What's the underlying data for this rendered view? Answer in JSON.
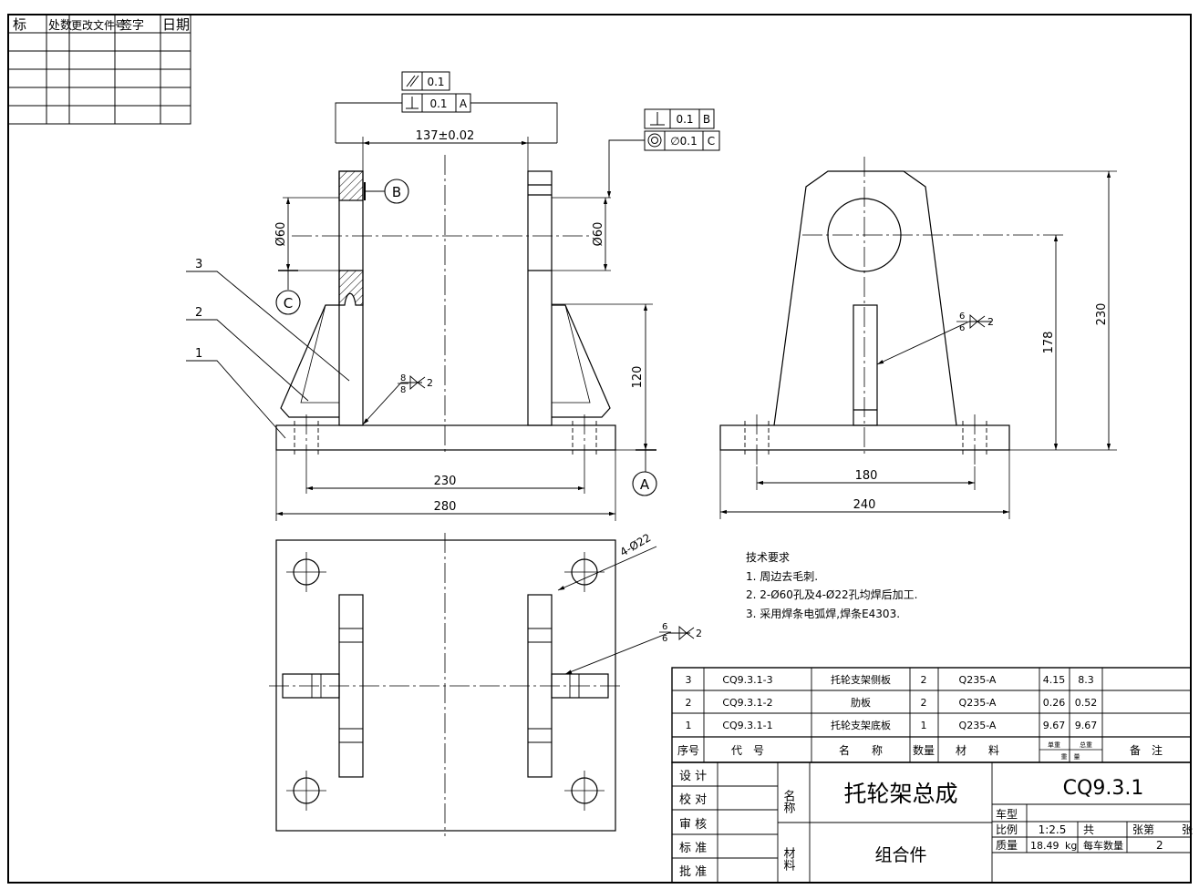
{
  "revision_table": {
    "headers": [
      "标",
      "处数",
      "更改文件号",
      "签字",
      "日期"
    ],
    "rows": 5
  },
  "tolerances": {
    "top_parallelism": "0.1",
    "top_perpendicularity": "0.1",
    "top_datum": "A",
    "right_perpendicularity": "0.1",
    "right_perp_datum": "B",
    "right_concentricity": "∅0.1",
    "right_conc_datum": "C"
  },
  "dimensions": {
    "span": "137±0.02",
    "bore_left": "Ø60",
    "bore_right": "Ø60",
    "height_120": "120",
    "width_230": "230",
    "width_280": "280",
    "side_178": "178",
    "side_230": "230",
    "side_180": "180",
    "side_240": "240",
    "hole_spec": "4-Ø22"
  },
  "datums": {
    "a": "A",
    "b": "B",
    "c": "C"
  },
  "balloons": {
    "p1": "1",
    "p2": "2",
    "p3": "3"
  },
  "welds": {
    "front": {
      "top": "8",
      "bottom": "8",
      "count": "2"
    },
    "side": {
      "top": "6",
      "bottom": "6",
      "count": "2"
    },
    "plan": {
      "top": "6",
      "bottom": "6",
      "count": "2"
    }
  },
  "notes": {
    "title": "技术要求",
    "items": [
      "1. 周边去毛刺.",
      "2. 2-Ø60孔及4-Ø22孔均焊后加工.",
      "3. 采用焊条电弧焊,焊条E4303."
    ]
  },
  "bom": {
    "rows": [
      {
        "no": "3",
        "code": "CQ9.3.1-3",
        "name": "托轮支架侧板",
        "qty": "2",
        "material": "Q235-A",
        "unit_mass": "4.15",
        "total_mass": "8.3"
      },
      {
        "no": "2",
        "code": "CQ9.3.1-2",
        "name": "肋板",
        "qty": "2",
        "material": "Q235-A",
        "unit_mass": "0.26",
        "total_mass": "0.52"
      },
      {
        "no": "1",
        "code": "CQ9.3.1-1",
        "name": "托轮支架底板",
        "qty": "1",
        "material": "Q235-A",
        "unit_mass": "9.67",
        "total_mass": "9.67"
      }
    ],
    "header": {
      "no": "序号",
      "code": "代　号",
      "name": "名　　称",
      "qty": "数量",
      "material": "材　　料",
      "unit": "单重",
      "total": "总重",
      "mass": "重　量",
      "remark": "备　注"
    }
  },
  "title_block": {
    "roles": [
      "设 计",
      "校 对",
      "审 核",
      "标 准",
      "批 准"
    ],
    "name_label": "名称",
    "material_label": "材料",
    "drawing_title": "托轮架总成",
    "drawing_no": "CQ9.3.1",
    "material": "组合件",
    "vehicle_label": "车型",
    "scale_label": "比例",
    "scale": "1:2.5",
    "sheets_label": "共",
    "sheet_label": "张第",
    "sheet_suffix": "张",
    "mass_label": "质量",
    "mass": "18.49",
    "mass_unit": "kg",
    "per_vehicle_label": "每车数量",
    "per_vehicle": "2"
  }
}
